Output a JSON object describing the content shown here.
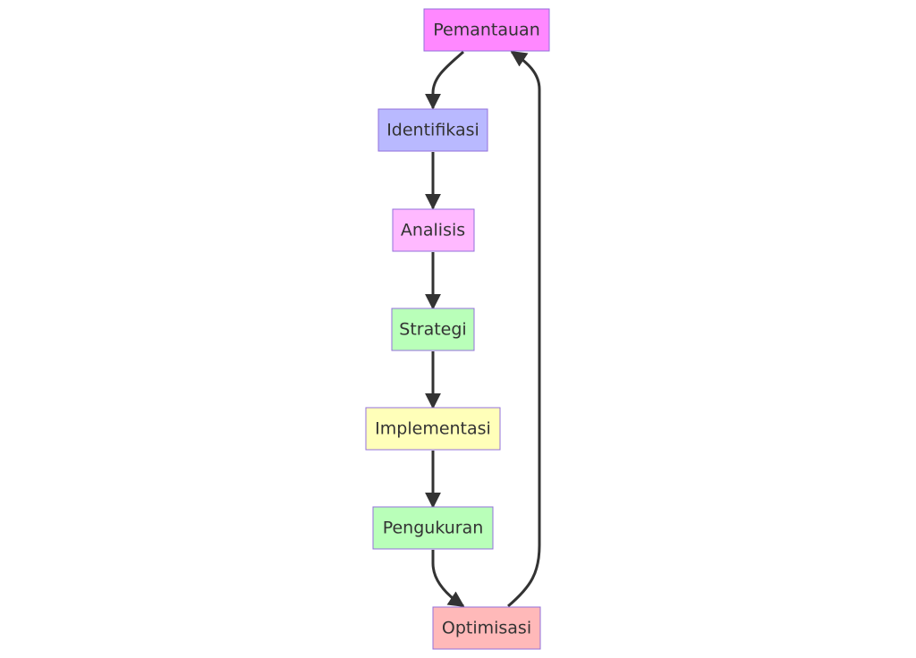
{
  "diagram": {
    "type": "flowchart",
    "direction": "top-down",
    "nodes": [
      {
        "id": "pemantauan",
        "label": "Pemantauan",
        "fill": "#ff88ff"
      },
      {
        "id": "identifikasi",
        "label": "Identifikasi",
        "fill": "#b9b9ff"
      },
      {
        "id": "analisis",
        "label": "Analisis",
        "fill": "#ffb9ff"
      },
      {
        "id": "strategi",
        "label": "Strategi",
        "fill": "#b9ffb9"
      },
      {
        "id": "implementasi",
        "label": "Implementasi",
        "fill": "#ffffb9"
      },
      {
        "id": "pengukuran",
        "label": "Pengukuran",
        "fill": "#b9ffb9"
      },
      {
        "id": "optimisasi",
        "label": "Optimisasi",
        "fill": "#ffb9b9"
      }
    ],
    "edges": [
      {
        "from": "pemantauan",
        "to": "identifikasi"
      },
      {
        "from": "identifikasi",
        "to": "analisis"
      },
      {
        "from": "analisis",
        "to": "strategi"
      },
      {
        "from": "strategi",
        "to": "implementasi"
      },
      {
        "from": "implementasi",
        "to": "pengukuran"
      },
      {
        "from": "pengukuran",
        "to": "optimisasi"
      },
      {
        "from": "optimisasi",
        "to": "pemantauan"
      }
    ],
    "colors": {
      "edge": "#333333",
      "node_border": "#9370DB",
      "text": "#333333"
    }
  }
}
